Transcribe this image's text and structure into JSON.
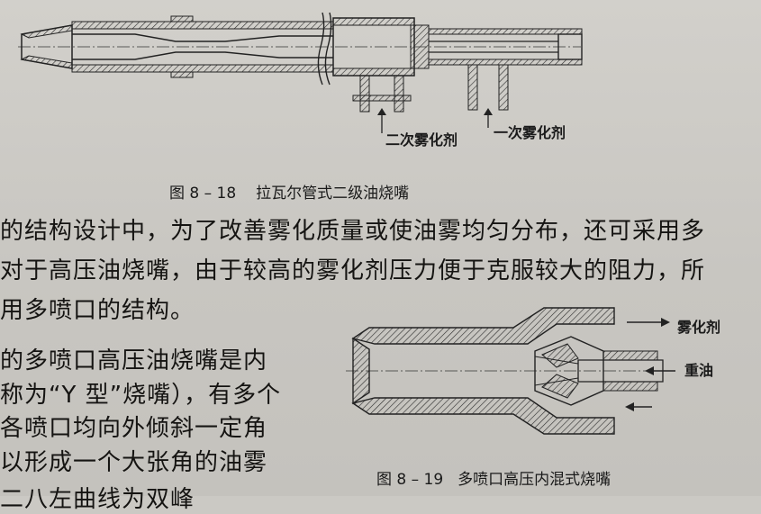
{
  "fig18": {
    "label_secondary_atomizer": "二次雾化剂",
    "label_primary_atomizer": "一次雾化剂",
    "caption_number": "图 8 – 18",
    "caption_title": "拉瓦尔管式二级油烧嘴"
  },
  "body_text": {
    "line1": "的结构设计中，为了改善雾化质量或使油雾均匀分布，还可采用多",
    "line2": "对于高压油烧嘴，由于较高的雾化剂压力便于克服较大的阻力，所",
    "line3": "用多喷口的结构。",
    "line4": "的多喷口高压油烧嘴是内",
    "line5": "称为“Y 型”烧嘴），有多个",
    "line6": "各喷口均向外倾斜一定角",
    "line7": "以形成一个大张角的油雾",
    "line8": "二八左曲线为双峰"
  },
  "fig19": {
    "label_atomizer": "雾化剂",
    "label_heavy_oil": "重油",
    "caption_number": "图 8 – 19",
    "caption_title": "多喷口高压内混式烧嘴"
  }
}
